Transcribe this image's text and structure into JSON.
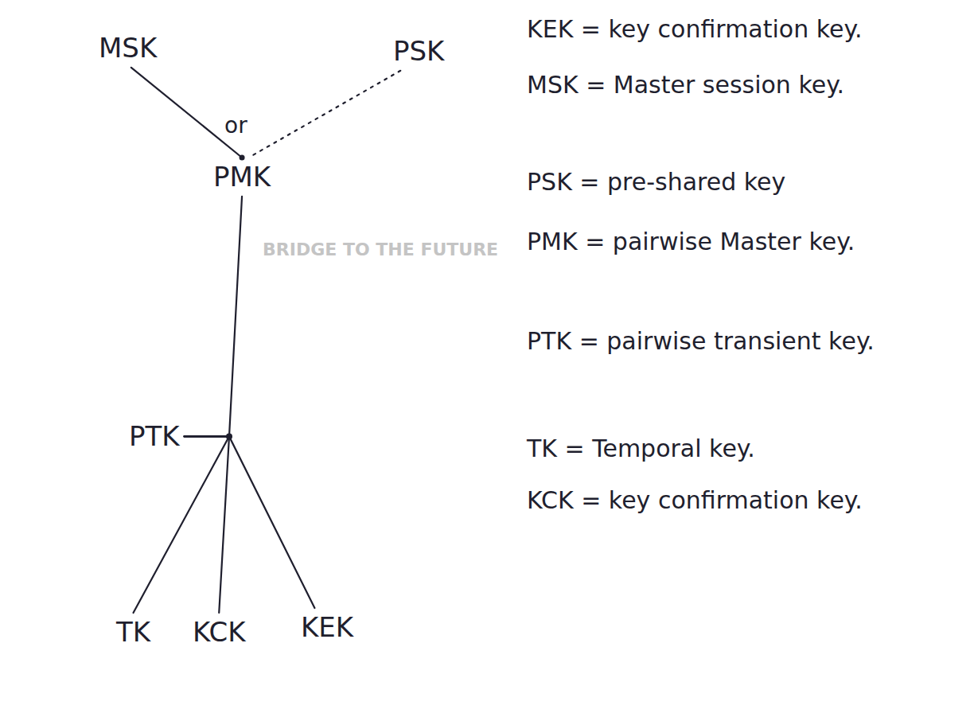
{
  "diagram": {
    "nodes": [
      {
        "text": [
          "MSK"
        ]
      },
      {
        "text": [
          "PSK"
        ]
      },
      {
        "text": [
          "PMK"
        ]
      },
      {
        "text": [
          "PTK"
        ]
      },
      {
        "text": [
          "TK"
        ]
      },
      {
        "text": [
          "KCK"
        ]
      },
      {
        "text": [
          "KEK"
        ]
      }
    ],
    "edges": [
      {
        "from": 0,
        "to": 2,
        "arrow": "none"
      },
      {
        "from": 1,
        "to": 2,
        "arrow": "none"
      },
      {
        "from": 2,
        "to": 3,
        "arrow": "none"
      },
      {
        "from": 3,
        "to": 4,
        "arrow": "none"
      },
      {
        "from": 3,
        "to": 5,
        "arrow": "none"
      },
      {
        "from": 3,
        "to": 6,
        "arrow": "none"
      }
    ],
    "labels": [
      "or",
      "BRIDGE TO THE FUTURE",
      "KEK = key confirmation key.",
      "MSK = Master session key.",
      "PSK = pre-shared key",
      "PMK = pairwise Master key.",
      "PTK = pairwise transient key.",
      "TK = Temporal key.",
      "KCK = key confirmation key."
    ]
  }
}
